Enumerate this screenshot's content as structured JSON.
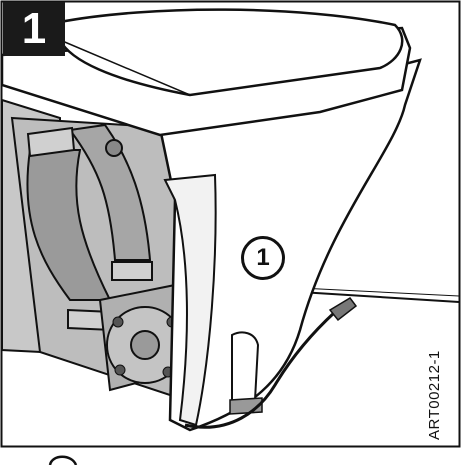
{
  "step_badge": {
    "number": "1"
  },
  "callout": {
    "label": "1"
  },
  "art_number": {
    "text": "ART00212-1"
  },
  "colors": {
    "outline": "#111111",
    "body": "#ffffff",
    "shadow": "#bdbdbd",
    "dark_shadow": "#8a8a8a"
  }
}
